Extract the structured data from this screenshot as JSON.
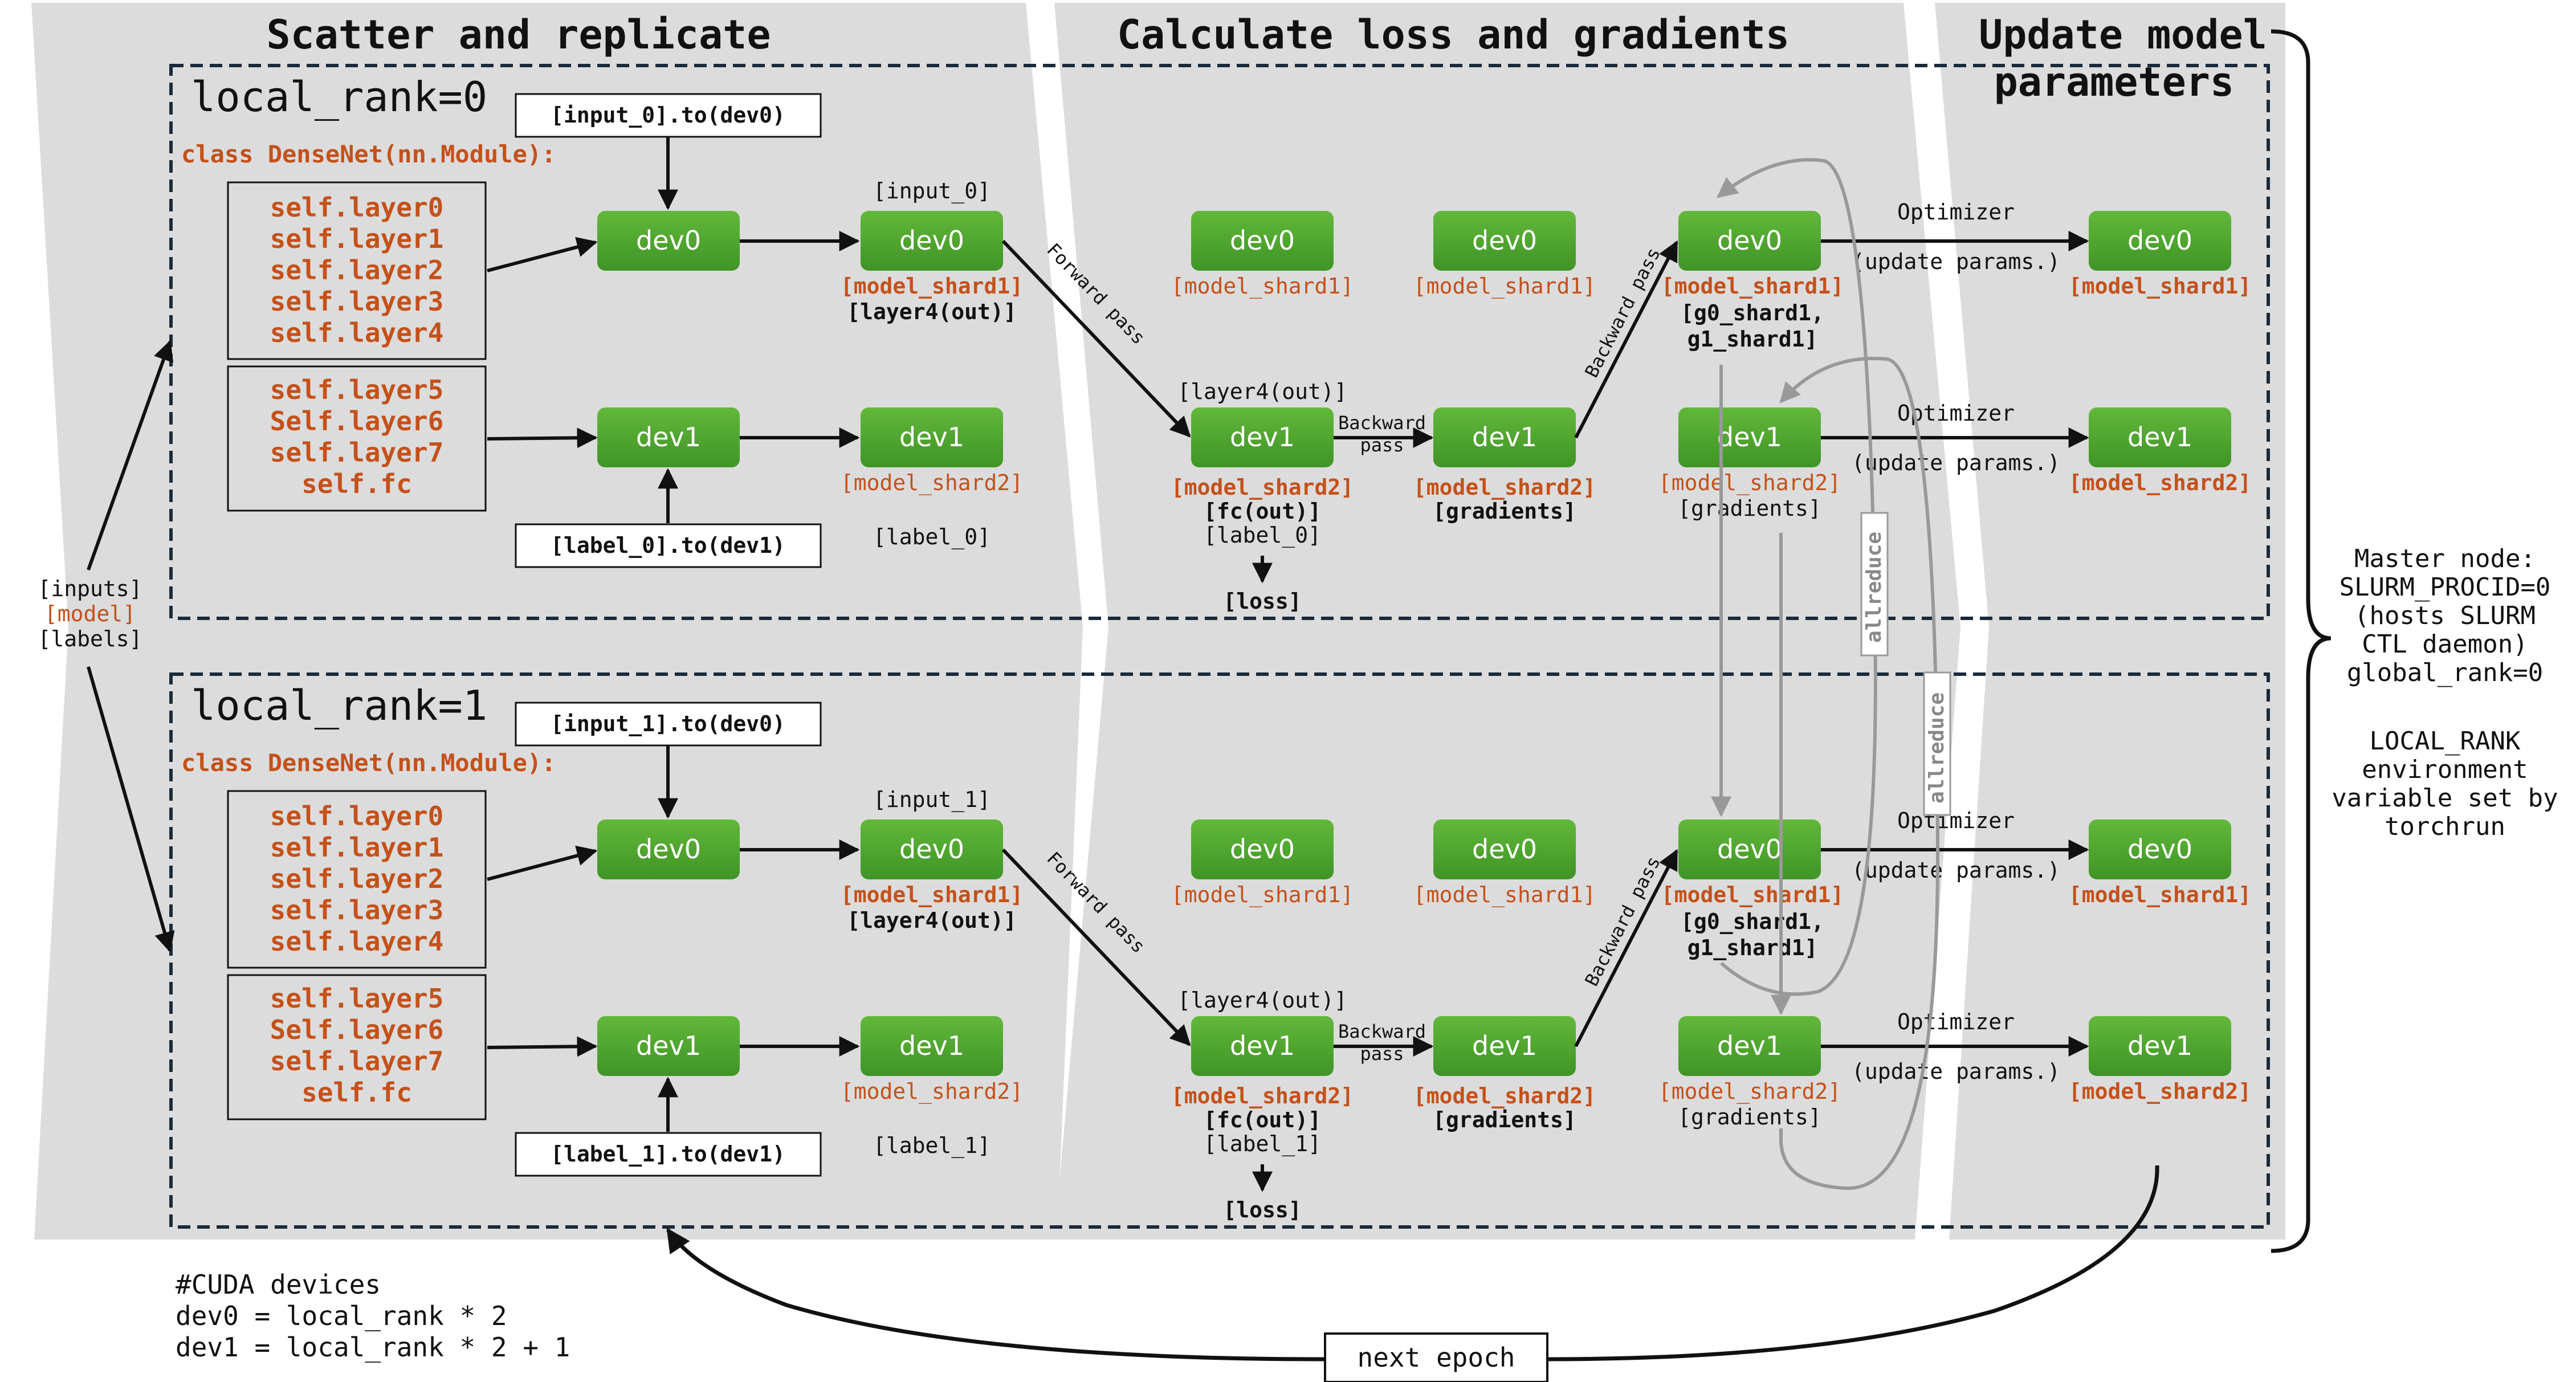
{
  "phases": [
    "Scatter and replicate",
    "Calculate loss and gradients",
    "Update model",
    "parameters"
  ],
  "ranks": [
    {
      "label": "local_rank=0",
      "input_box": "[input_0].to(dev0)",
      "label_box": "[label_0].to(dev1)",
      "input_tag": "[input_0]",
      "label_tag": "[label_0]",
      "label_tag2": "[label_0]"
    },
    {
      "label": "local_rank=1",
      "input_box": "[input_1].to(dev0)",
      "label_box": "[label_1].to(dev1)",
      "input_tag": "[input_1]",
      "label_tag": "[label_1]",
      "label_tag2": "[label_1]"
    }
  ],
  "class_def": "class DenseNet(nn.Module):",
  "shard1_layers": [
    "self.layer0",
    "self.layer1",
    "self.layer2",
    "self.layer3",
    "self.layer4"
  ],
  "shard2_layers": [
    "self.layer5",
    "Self.layer6",
    "self.layer7",
    "self.fc"
  ],
  "devices": {
    "dev0": "dev0",
    "dev1": "dev1"
  },
  "shards": {
    "shard1": "[model_shard1]",
    "shard2": "[model_shard2]"
  },
  "outputs": {
    "layer4_out": "[layer4(out)]",
    "fc_out": "[fc(out)]",
    "loss": "[loss]",
    "gradients": "[gradients]",
    "g0": "[g0_shard1,",
    "g1": "g1_shard1]"
  },
  "edge_labels": {
    "forward": "Forward pass",
    "backward": "Backward pass",
    "backward_a": "Backward",
    "backward_b": "pass",
    "optimizer": "Optimizer",
    "update": "(update params.)",
    "allreduce": "allreduce"
  },
  "inputs_list": {
    "inputs": "[inputs]",
    "model": "[model]",
    "labels": "[labels]"
  },
  "cuda_note": [
    "#CUDA devices",
    "dev0 = local_rank * 2",
    "dev1 = local_rank * 2 + 1"
  ],
  "next_epoch": "next epoch",
  "master_note": [
    "Master node:",
    "SLURM_PROCID=0",
    "(hosts SLURM",
    "CTL daemon)",
    "global_rank=0",
    "",
    "LOCAL_RANK",
    "environment",
    "variable set by",
    "torchrun"
  ],
  "colors": {
    "device_fill": "#4ea22d",
    "device_fill_top": "#5bb235",
    "accent_orange": "#c4511a",
    "phase_bg": "#dcdcdc",
    "rank_border": "#1a2a3a"
  }
}
